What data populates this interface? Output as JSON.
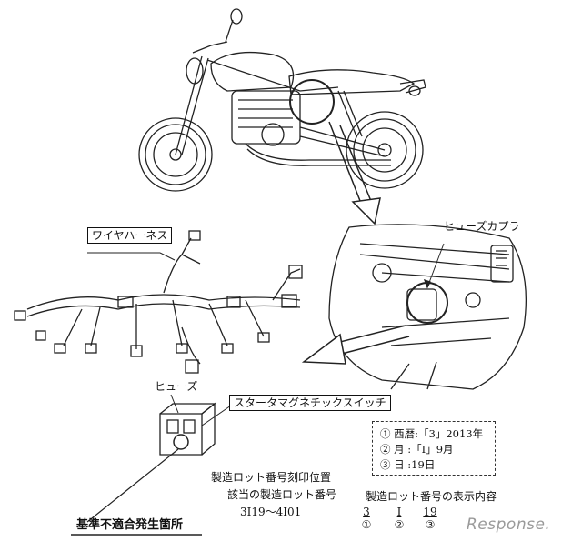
{
  "labels": {
    "harness": "ワイヤハーネス",
    "fuse_coupler": "ヒューズカプラ",
    "fuse": "ヒューズ",
    "starter_switch": "スタータマグネチックスイッチ",
    "lot_position": "製造ロット番号刻印位置",
    "lot_applicable_title": "該当の製造ロット番号",
    "lot_range": "3I19～4I01",
    "defect_location": "基準不適合発生箇所"
  },
  "legend": {
    "line1": "① 西暦:「3」2013年",
    "line2": "② 月 :「I」9月",
    "line3": "③ 日 :19日"
  },
  "lot_display": {
    "title": "製造ロット番号の表示内容",
    "codes": [
      {
        "value": "3",
        "marker": "①"
      },
      {
        "value": "I",
        "marker": "②"
      },
      {
        "value": "19",
        "marker": "③"
      }
    ]
  },
  "watermark": "Response."
}
